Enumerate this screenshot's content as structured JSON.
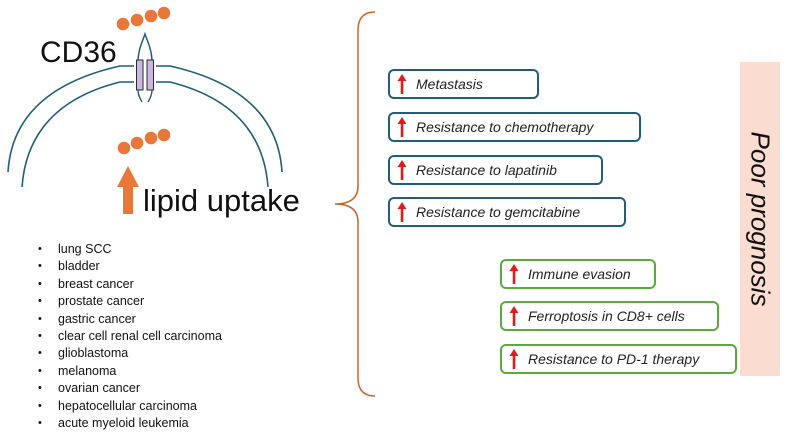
{
  "receptor": {
    "label": "CD36"
  },
  "uptake": {
    "label": "lipid uptake"
  },
  "cancers": [
    "lung SCC",
    "bladder",
    "breast cancer",
    "prostate cancer",
    "gastric cancer",
    "clear cell renal cell carcinoma",
    "glioblastoma",
    "melanoma",
    "ovarian cancer",
    "hepatocellular carcinoma",
    "acute myeloid leukemia"
  ],
  "tumor_effects": [
    "Metastasis",
    "Resistance to chemotherapy",
    "Resistance to lapatinib",
    "Resistance to gemcitabine"
  ],
  "immune_effects": [
    "Immune evasion",
    "Ferroptosis in CD8+ cells",
    "Resistance to PD-1 therapy"
  ],
  "outcome": {
    "label": "Poor prognosis"
  },
  "colors": {
    "lipid": "#e8783a",
    "receptor": "#c9b8e2",
    "membrane": "#1f5f7a",
    "tumor_box": "#1f5f7a",
    "immune_box": "#5aaa3c",
    "increase_arrow": "#e11b1b",
    "outcome_band": "#fbdcd0"
  }
}
